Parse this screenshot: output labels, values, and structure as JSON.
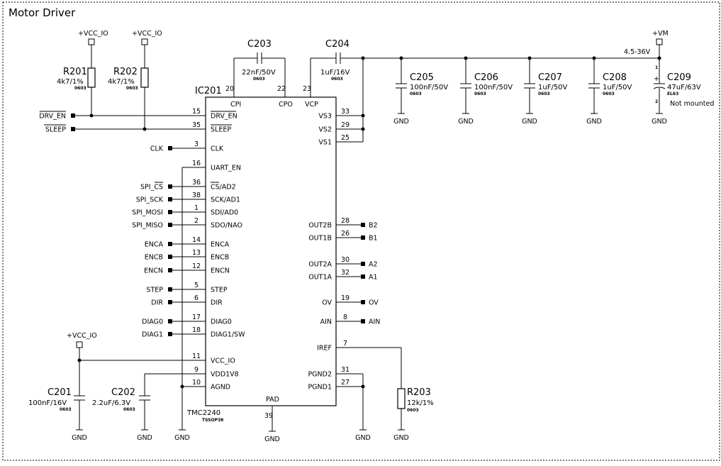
{
  "sheet": {
    "title": "Motor Driver"
  },
  "ic": {
    "ref": "IC201",
    "part": "TMC2240",
    "package": "TSSOP38",
    "pad_label": "PAD",
    "pad_pin": "39",
    "top_pins": [
      {
        "num": "20",
        "name": "CPI"
      },
      {
        "num": "22",
        "name": "CPO"
      },
      {
        "num": "23",
        "name": "VCP"
      }
    ],
    "left_pins": [
      {
        "num": "15",
        "name": "DRV_EN",
        "net": "DRV_EN"
      },
      {
        "num": "35",
        "name": "SLEEP",
        "net": "SLEEP"
      },
      {
        "num": "3",
        "name": "CLK",
        "net": "CLK"
      },
      {
        "num": "16",
        "name": "UART_EN",
        "net": ""
      },
      {
        "num": "36",
        "name": "CS/AD2",
        "net": "SPI_CS"
      },
      {
        "num": "38",
        "name": "SCK/AD1",
        "net": "SPI_SCK"
      },
      {
        "num": "1",
        "name": "SDI/AD0",
        "net": "SPI_MOSI"
      },
      {
        "num": "2",
        "name": "SDO/NAO",
        "net": "SPI_MISO"
      },
      {
        "num": "14",
        "name": "ENCA",
        "net": "ENCA"
      },
      {
        "num": "13",
        "name": "ENCB",
        "net": "ENCB"
      },
      {
        "num": "12",
        "name": "ENCN",
        "net": "ENCN"
      },
      {
        "num": "5",
        "name": "STEP",
        "net": "STEP"
      },
      {
        "num": "6",
        "name": "DIR",
        "net": "DIR"
      },
      {
        "num": "17",
        "name": "DIAG0",
        "net": "DIAG0"
      },
      {
        "num": "18",
        "name": "DIAG1/SW",
        "net": "DIAG1"
      },
      {
        "num": "11",
        "name": "VCC_IO",
        "net": ""
      },
      {
        "num": "9",
        "name": "VDD1V8",
        "net": ""
      },
      {
        "num": "10",
        "name": "AGND",
        "net": ""
      }
    ],
    "right_pins": [
      {
        "num": "33",
        "name": "VS3",
        "net": ""
      },
      {
        "num": "29",
        "name": "VS2",
        "net": ""
      },
      {
        "num": "25",
        "name": "VS1",
        "net": ""
      },
      {
        "num": "28",
        "name": "OUT2B",
        "net": "B2"
      },
      {
        "num": "26",
        "name": "OUT1B",
        "net": "B1"
      },
      {
        "num": "30",
        "name": "OUT2A",
        "net": "A2"
      },
      {
        "num": "32",
        "name": "OUT1A",
        "net": "A1"
      },
      {
        "num": "19",
        "name": "OV",
        "net": "OV"
      },
      {
        "num": "8",
        "name": "AIN",
        "net": "AIN"
      },
      {
        "num": "7",
        "name": "IREF",
        "net": ""
      },
      {
        "num": "31",
        "name": "PGND2",
        "net": ""
      },
      {
        "num": "27",
        "name": "PGND1",
        "net": ""
      }
    ]
  },
  "resistors": [
    {
      "ref": "R201",
      "value": "4k7/1%",
      "pkg": "0603"
    },
    {
      "ref": "R202",
      "value": "4k7/1%",
      "pkg": "0603"
    },
    {
      "ref": "R203",
      "value": "12k/1%",
      "pkg": "0603"
    }
  ],
  "capacitors": [
    {
      "ref": "C201",
      "value": "100nF/16V",
      "pkg": "0603"
    },
    {
      "ref": "C202",
      "value": "2.2uF/6.3V",
      "pkg": "0603"
    },
    {
      "ref": "C203",
      "value": "22nF/50V",
      "pkg": "0603"
    },
    {
      "ref": "C204",
      "value": "1uF/16V",
      "pkg": "0603"
    },
    {
      "ref": "C205",
      "value": "100nF/50V",
      "pkg": "0603"
    },
    {
      "ref": "C206",
      "value": "100nF/50V",
      "pkg": "0603"
    },
    {
      "ref": "C207",
      "value": "1uF/50V",
      "pkg": "0603"
    },
    {
      "ref": "C208",
      "value": "1uF/50V",
      "pkg": "0603"
    },
    {
      "ref": "C209",
      "value": "47uF/63V",
      "pkg": "EL63",
      "note": "Not mounted",
      "pin1": "1",
      "pin2": "2",
      "plus": "+"
    }
  ],
  "power": {
    "vcc_io": "+VCC_IO",
    "vm": "+VM",
    "vm_range": "4.5-36V",
    "gnd": "GND"
  }
}
